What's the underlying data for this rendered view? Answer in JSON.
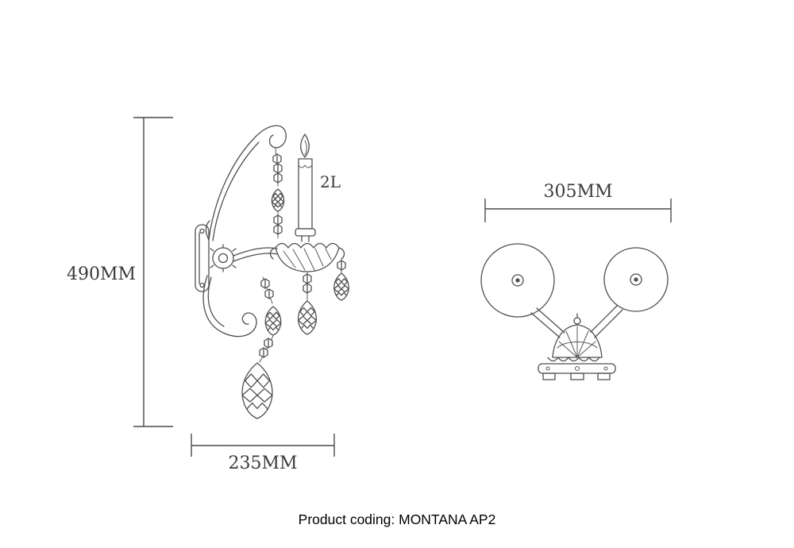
{
  "product_caption": "Product coding: MONTANA AP2",
  "side_view": {
    "height_dimension": "490MM",
    "width_dimension": "235MM",
    "lamp_count_label": "2L"
  },
  "top_view": {
    "width_dimension": "305MM"
  },
  "colors": {
    "line": "#4f4f4f",
    "dimension_text": "#3a3a3a",
    "caption_text": "#000000",
    "background": "#ffffff"
  }
}
